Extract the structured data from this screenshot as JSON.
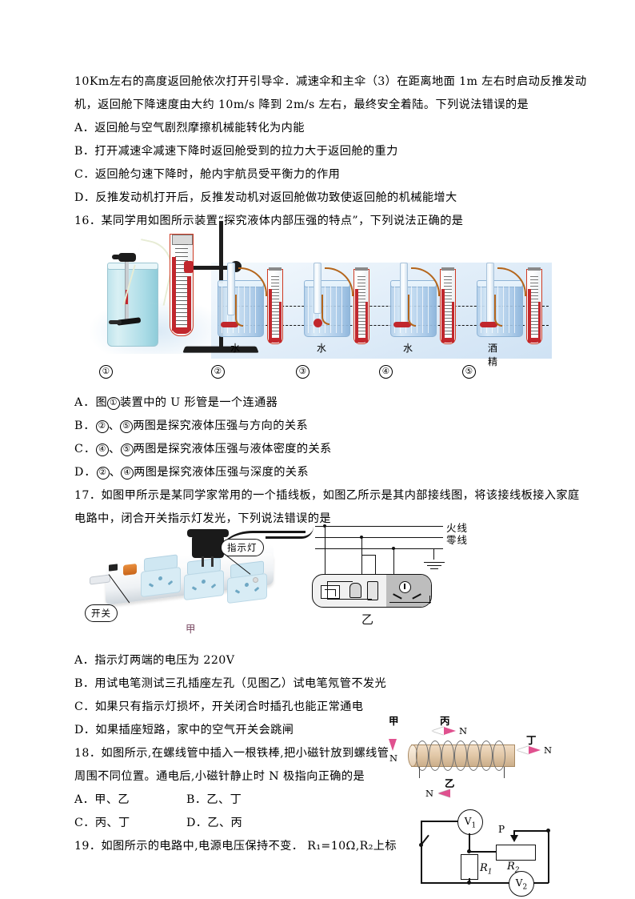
{
  "document": {
    "type": "physics-exam-paper",
    "language": "zh-CN"
  },
  "q15_tail": {
    "line1": "10Km左右的高度返回舱依次打开引导伞．减速伞和主伞（3）在距离地面 1m 左右时启动反推发动",
    "line2": "机，返回舱下降速度由大约 10m/s 降到 2m/s 左右，最终安全着陆。下列说法错误的是",
    "options": [
      "A．返回舱与空气剧烈摩擦机械能转化为内能",
      "B．打开减速伞减速下降时返回舱受到的拉力大于返回舱的重力",
      "C．返回舱匀速下降时，舱内宇航员受平衡力的作用",
      "D．反推发动机打开后，反推发动机对返回舱做功致使返回舱的机械能增大"
    ]
  },
  "q16": {
    "stem": "16．某同学用如图所示装置“探究液体内部压强的特点”，下列说法正确的是",
    "figure": {
      "liquid_labels": [
        "水",
        "水",
        "水",
        "酒精"
      ],
      "numbers": [
        "①",
        "②",
        "③",
        "④",
        "⑤"
      ]
    },
    "options": [
      {
        "label": "A．",
        "text_before": "图",
        "circled": "①",
        "text_after": "装置中的 U 形管是一个连通器"
      },
      {
        "label": "B．",
        "c1": "②",
        "mid": "、",
        "c2": "⑤",
        "text_after": "两图是探究液体压强与方向的关系"
      },
      {
        "label": "C．",
        "c1": "④",
        "mid": "、",
        "c2": "⑤",
        "text_after": "两图是探究液体压强与液体密度的关系"
      },
      {
        "label": "D．",
        "c1": "②",
        "mid": "、",
        "c2": "④",
        "text_after": "两图是探究液体压强与深度的关系"
      }
    ]
  },
  "q17": {
    "stem_line1": "17．如图甲所示是某同学家常用的一个插线板，如图乙所示是其内部接线图，将该接线板接入家庭",
    "stem_line2": "电路中，闭合开关指示灯发光，下列说法错误的是",
    "figure_a": {
      "callout_indicator": "指示灯",
      "callout_switch": "开关",
      "caption": "甲"
    },
    "figure_b": {
      "label_live": "火线",
      "label_neutral": "零线",
      "caption": "乙"
    },
    "options": [
      "A．指示灯两端的电压为 220V",
      "B．用试电笔测试三孔插座左孔（见图乙）试电笔氖管不发光",
      "C．如果只有指示灯损坏，开关闭合时插孔也能正常通电",
      "D．如果插座短路，家中的空气开关会跳闸"
    ]
  },
  "q18": {
    "stem_line1": "18．如图所示,在螺线管中插入一根铁棒,把小磁针放到螺线管",
    "stem_line2": "周围不同位置。通电后,小磁针静止时 N 极指向正确的是",
    "options_row1": [
      "A．甲、乙",
      "B．乙、丁"
    ],
    "options_row2": [
      "C．丙、丁",
      "D．乙、丙"
    ],
    "figure": {
      "needle_jia": "甲",
      "needle_yi": "乙",
      "needle_bing": "丙",
      "needle_ding": "丁",
      "pole_n": "N"
    }
  },
  "q19": {
    "stem": "19．如图所示的电路中,电源电压保持不变． R₁=10Ω,R₂上标",
    "figure": {
      "v1": "V",
      "v1_sub": "1",
      "v2": "V",
      "v2_sub": "2",
      "r1": "R",
      "r1_sub": "1",
      "r2": "R",
      "r2_sub": "2",
      "slider": "P"
    }
  },
  "colors": {
    "ink": "#000000",
    "mercury_red": "#c1272d",
    "rubber_brown": "#b4651b",
    "water_blue": "#a5c6e6",
    "needle_pink": "#e0518f",
    "solenoid_tan": "#e3c9a9",
    "caption_purple": "#7a4a63"
  }
}
